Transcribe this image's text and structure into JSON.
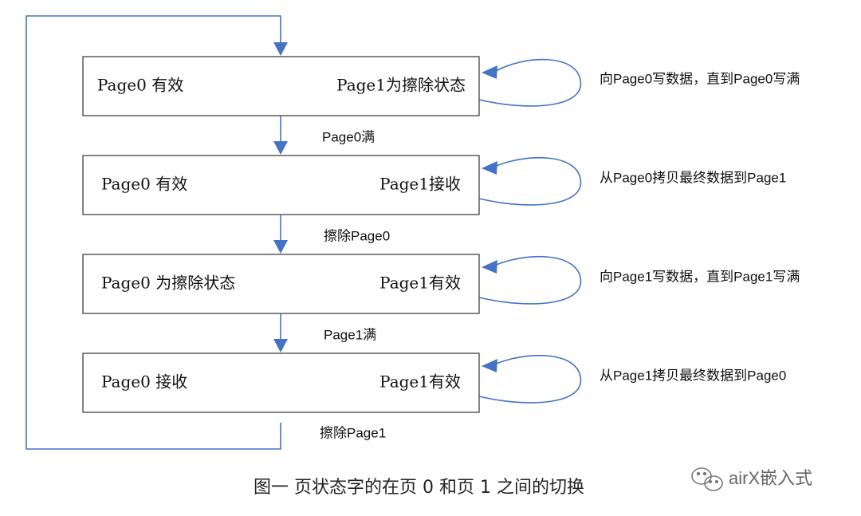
{
  "colors": {
    "line": "#4472c4",
    "box_border": "#333333",
    "text": "#111111"
  },
  "boxes": [
    {
      "left": "Page0 有效",
      "right": "Page1为擦除状态"
    },
    {
      "left": "Page0 有效",
      "right": "Page1接收"
    },
    {
      "left": "Page0 为擦除状态",
      "right": "Page1有效"
    },
    {
      "left": "Page0 接收",
      "right": "Page1有效"
    }
  ],
  "transitions": [
    "Page0满",
    "擦除Page0",
    "Page1满",
    "擦除Page1"
  ],
  "loop_notes": [
    "向Page0写数据，直到Page0写满",
    "从Page0拷贝最终数据到Page1",
    "向Page1写数据，直到Page1写满",
    "从Page1拷贝最终数据到Page0"
  ],
  "caption": "图一 页状态字的在页 0 和页 1 之间的切换",
  "watermark": {
    "text": "airX嵌入式",
    "icon": "wechat-icon"
  }
}
